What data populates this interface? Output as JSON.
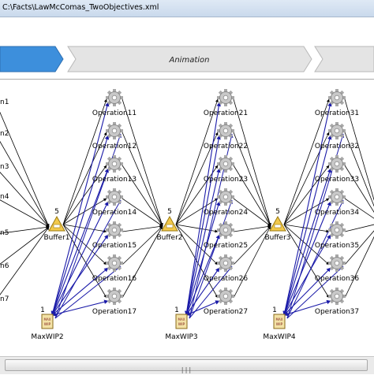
{
  "window": {
    "title": "C:\\Facts\\LawMcComas_TwoObjectives.xml"
  },
  "steps": [
    {
      "label": "",
      "active": true
    },
    {
      "label": "Animation",
      "active": false
    },
    {
      "label": "",
      "active": false
    }
  ],
  "scrollbar": {
    "grip": "|||"
  },
  "diagram": {
    "left_labels": [
      "n1",
      "n2",
      "n3",
      "n4",
      "n5",
      "n6",
      "n7"
    ],
    "buffers": [
      {
        "label": "Buffer1",
        "count": "5"
      },
      {
        "label": "Buffer2",
        "count": "5"
      },
      {
        "label": "Buffer3",
        "count": "5"
      }
    ],
    "operation_columns": [
      [
        "Operation11",
        "Operation12",
        "Operation13",
        "Operation14",
        "Operation15",
        "Operation16",
        "Operation17"
      ],
      [
        "Operation21",
        "Operation22",
        "Operation23",
        "Operation24",
        "Operation25",
        "Operation26",
        "Operation27"
      ],
      [
        "Operation31",
        "Operation32",
        "Operation33",
        "Operation34",
        "Operation35",
        "Operation36",
        "Operation37"
      ]
    ],
    "maxwips": [
      {
        "label": "MaxWIP2",
        "count": "1",
        "icon_text": "MAX WIP"
      },
      {
        "label": "MaxWIP3",
        "count": "1",
        "icon_text": "MAX WIP"
      },
      {
        "label": "MaxWIP4",
        "count": "1",
        "icon_text": "MAX WIP"
      }
    ],
    "colors": {
      "edge_black": "#000000",
      "edge_blue": "#1a1aa8",
      "buffer_fill": "#f2c94c",
      "gear": "#a8a8a8"
    }
  }
}
